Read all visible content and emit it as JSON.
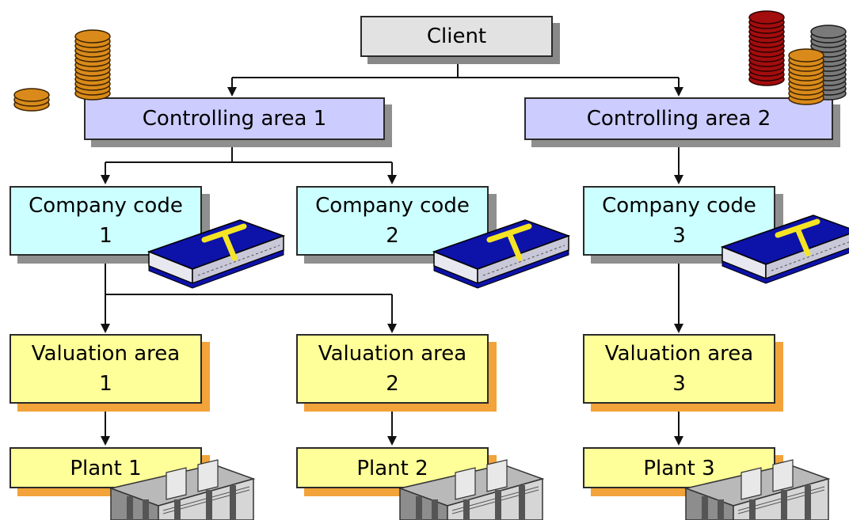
{
  "client": {
    "label": "Client"
  },
  "controlling_areas": [
    {
      "label": "Controlling area 1"
    },
    {
      "label": "Controlling area 2"
    }
  ],
  "company_codes": [
    {
      "title": "Company code",
      "number": "1"
    },
    {
      "title": "Company code",
      "number": "2"
    },
    {
      "title": "Company code",
      "number": "3"
    }
  ],
  "valuation_areas": [
    {
      "title": "Valuation area",
      "number": "1"
    },
    {
      "title": "Valuation area",
      "number": "2"
    },
    {
      "title": "Valuation area",
      "number": "3"
    }
  ],
  "plants": [
    {
      "label": "Plant 1"
    },
    {
      "label": "Plant 2"
    },
    {
      "label": "Plant 3"
    }
  ],
  "book_icon": {
    "letter": "T"
  },
  "colors": {
    "client": "#e2e2e2",
    "controlling_area": "#ccccff",
    "company_code": "#ccffff",
    "valuation_area": "#ffff99",
    "plant": "#ffff99",
    "orange_shadow": "#f2a33a",
    "gray_shadow": "#8f8f8f",
    "book": "#0d12a8",
    "coin_gold": "#d98a1a",
    "coin_red": "#a30d0d",
    "coin_gray": "#7a7a7a"
  }
}
